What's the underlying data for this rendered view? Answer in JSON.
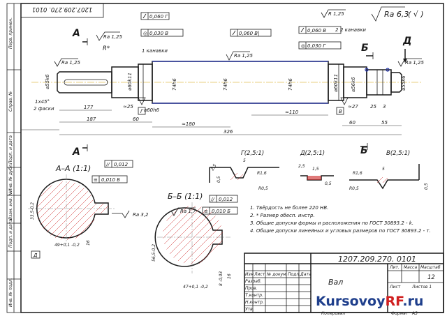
{
  "drawing_number": "1207.209.270. 0101",
  "drawing_number_rotated": "1207.209.270. 0101",
  "part_name": "Вал",
  "sheet_count": "12",
  "format_label": "Формат",
  "format_value": "А3",
  "copied_label": "Копировал",
  "title_block_labels": {
    "izm": "Изм",
    "list": "Лист",
    "doc_no": "№ докум.",
    "podp": "Подп.",
    "data": "Дата",
    "razrab": "Разраб.",
    "prov": "Пров.",
    "tkontr": "Т.контр.",
    "nkontr": "Н.контр.",
    "utv": "Утв.",
    "lit": "Лит.",
    "massa": "Масса",
    "masshtab": "Масштаб",
    "list2": "Лист",
    "listov": "Листов 1"
  },
  "left_margin_labels": [
    "Перв. примен.",
    "Справ. №",
    "Подп. и дата",
    "Инв. № дубл.",
    "Взам. инв. №",
    "Подп. и дата",
    "Инв. № подл."
  ],
  "section_markers": {
    "A": "А",
    "B": "Б",
    "D": "Д"
  },
  "roughness": {
    "ra125": "Ra 1,25",
    "ra32": "Ra 3,2",
    "ra125_b": "Ra 1,25",
    "ra125_c": "Ra 1,25",
    "ra125_d": "Ra 1,25",
    "general": "Ra 6,3",
    "general_paren": "( √ )",
    "r_star": "R*"
  },
  "tolerances": {
    "t1": "0,060 Г",
    "t2": "0,030 В",
    "t3": "0,060 В|",
    "t4": "0,060 В",
    "t5": "0,030 Г",
    "t6": "0,012",
    "t7": "0,010 Б",
    "t8": "0,012",
    "t9": "0,010 Б"
  },
  "dims": {
    "d_left_journal": "⌀55k6",
    "d_left_shoulder": "⌀60k11",
    "d_body": "74h6",
    "d_body2": "74h6",
    "d_body3": "74h6",
    "d_right_shoulder": "⌀60k11",
    "d_right_journal": "⌀56k6",
    "d_right_end": "⌀55k6",
    "d_ring": "⌀60h6",
    "l_177": "177",
    "l_187": "187",
    "l_60a": "60",
    "l_180": "≈180",
    "l_326": "326",
    "l_110": "≈110",
    "l_60b": "60",
    "l_55": "55",
    "l_25": "≈25",
    "l_27": "≈27",
    "l_25b": "25",
    "l_3": "3",
    "chamfer": "1x45°",
    "chamfer_note": "2 фаски",
    "groove_note": "1 канавки",
    "groove_note2": "2 канавки",
    "groove_num": "2",
    "groove_R": "R 1,25"
  },
  "section_aa": {
    "label": "А–А (1:1)",
    "dim_h": "33,5-0,2",
    "dim_w": "49+0,1 -0,2",
    "dim_s": "16",
    "ra": "Ra 3,2",
    "mark": "Д"
  },
  "section_bb": {
    "label": "Б–Б (1:1)",
    "ra": "Ra 1,7",
    "dim_w": "47+0,1 -0,2",
    "dim_h": "56,5-0,2",
    "dim_s": "8 -0,03",
    "dim_s2": "16"
  },
  "detail_g": {
    "label": "Г(2,5:1)",
    "r1": "R1,6",
    "r2": "R0,5",
    "d1": "5",
    "d2": "0,5",
    "d3": "2,5"
  },
  "detail_d": {
    "label": "Д(2,5:1)",
    "d1": "2,5",
    "d2": "1,5",
    "d3": "0,5"
  },
  "detail_v": {
    "label": "В(2,5:1)",
    "r1": "R1,6",
    "r2": "R0,5",
    "d1": "5",
    "d2": "0,5"
  },
  "notes": [
    "1. Твёрдость не более 220 НВ.",
    "2. * Размер обесп. инстр.",
    "3. Общие допуски формы и расположения по ГОСТ 30893.2 - k.",
    "4. Общие допуски линейных и угловых размеров по ГОСТ 30893.2 - т."
  ],
  "watermark": {
    "main": "Kursovoy",
    "accent": "RF",
    "suffix": ".ru"
  },
  "colors": {
    "ink": "#1a1a1a",
    "blue": "#2233aa",
    "red": "#cc2222",
    "axis": "#d4a000",
    "watermark": "#1f3f8c"
  }
}
